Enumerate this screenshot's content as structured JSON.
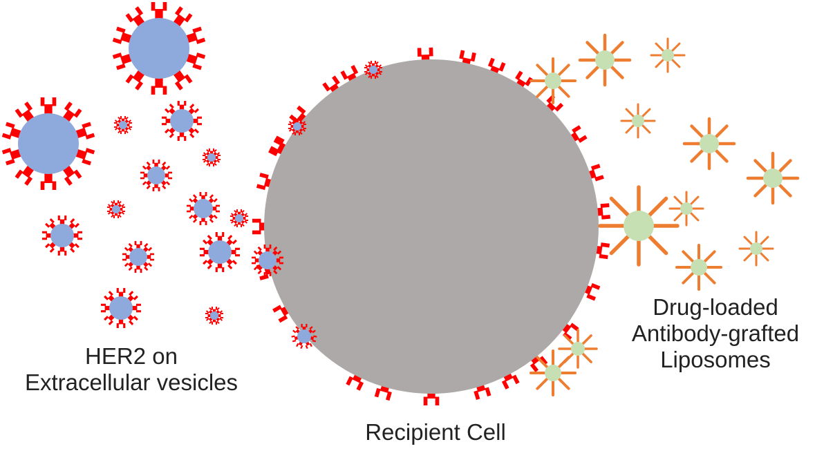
{
  "labels": {
    "vesicles": [
      "HER2 on",
      "Extracellular vesicles"
    ],
    "liposomes": [
      "Drug-loaded",
      "Antibody-grafted",
      "Liposomes"
    ],
    "cell": "Recipient Cell"
  },
  "colors": {
    "cell": "#ada9a9",
    "vesicle": "#8ea9db",
    "receptor": "#ff0000",
    "liposome": "#c6e0b4",
    "antibody": "#ed7d31",
    "text": "#222222"
  }
}
